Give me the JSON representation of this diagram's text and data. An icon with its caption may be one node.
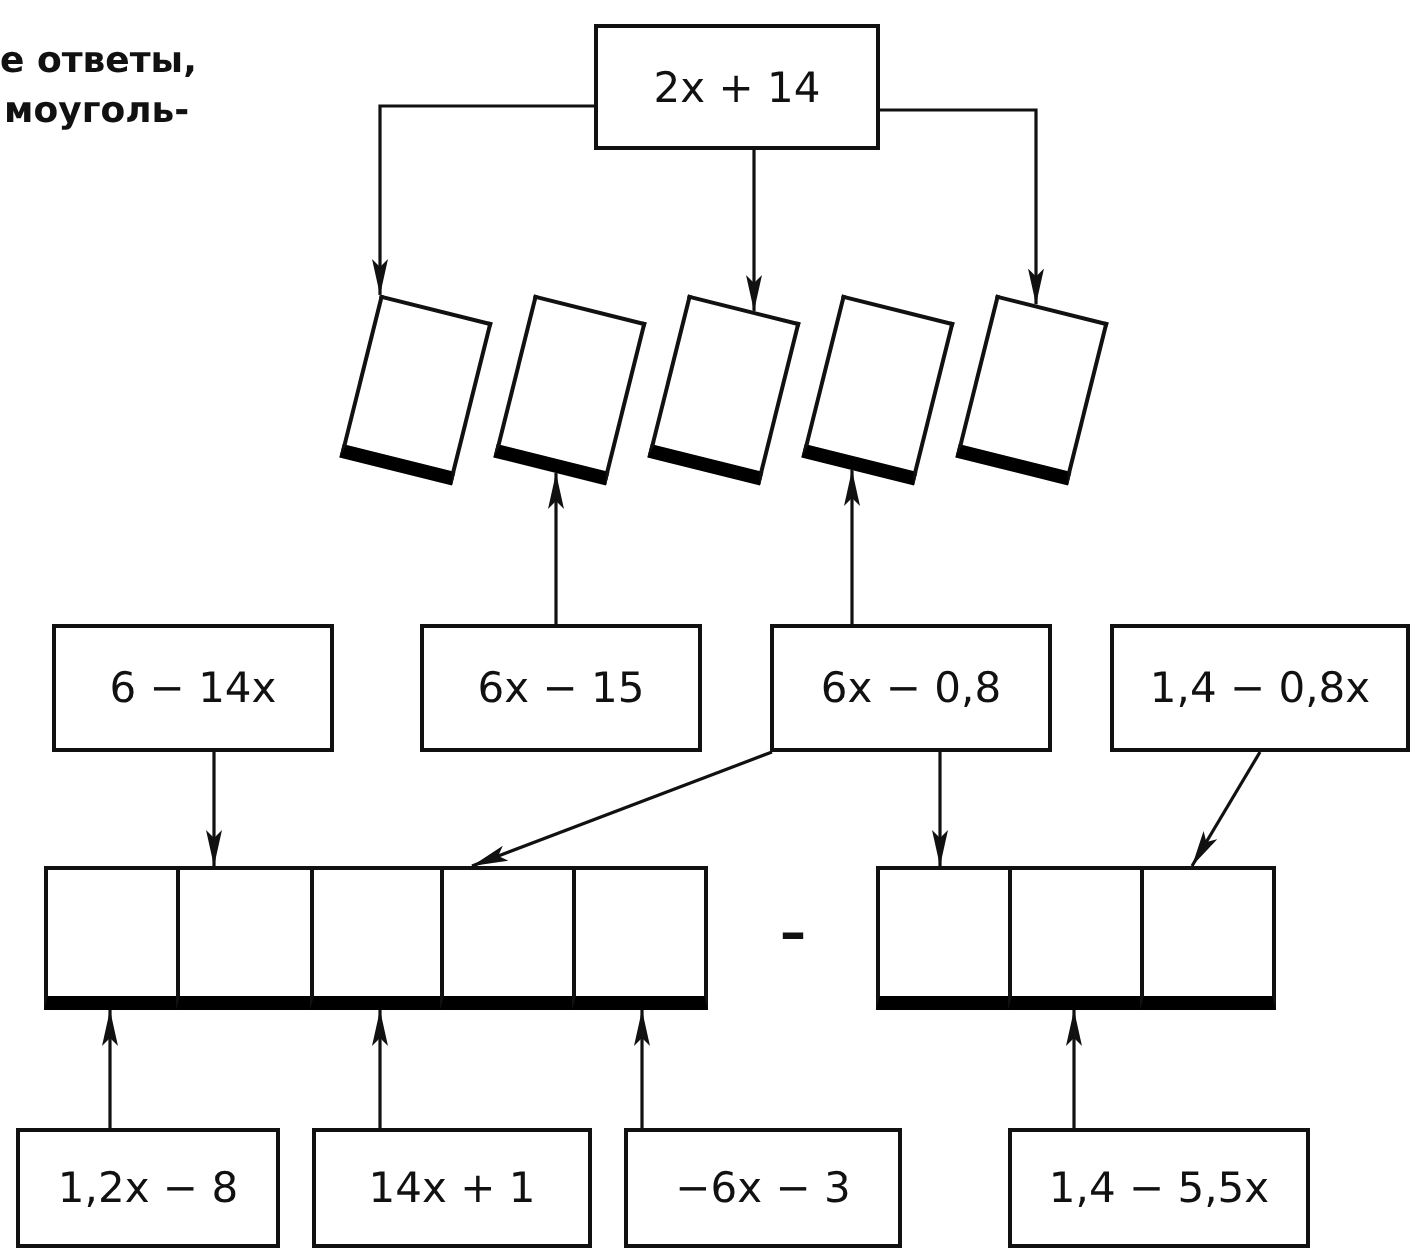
{
  "diagram": {
    "nodes": [
      {
        "text": [
          "2x + 14"
        ]
      },
      {
        "text": [],
        "shape": "box"
      },
      {
        "text": [],
        "shape": "box"
      },
      {
        "text": [],
        "shape": "box"
      },
      {
        "text": [],
        "shape": "box"
      },
      {
        "text": [],
        "shape": "box"
      },
      {
        "text": [
          "6 − 14x"
        ]
      },
      {
        "text": [
          "6x − 15"
        ]
      },
      {
        "text": [
          "6x − 0,8"
        ]
      },
      {
        "text": [
          "1,4 − 0,8x"
        ]
      },
      {
        "text": [],
        "shape": "box"
      },
      {
        "text": [],
        "shape": "box"
      },
      {
        "text": [],
        "shape": "box"
      },
      {
        "text": [],
        "shape": "box"
      },
      {
        "text": [],
        "shape": "box"
      },
      {
        "text": [],
        "shape": "box"
      },
      {
        "text": [],
        "shape": "box"
      },
      {
        "text": [],
        "shape": "box"
      },
      {
        "text": [
          "1,2x − 8"
        ]
      },
      {
        "text": [
          "14x + 1"
        ]
      },
      {
        "text": [
          "−6x − 3"
        ]
      },
      {
        "text": [
          "1,4 − 5,5x"
        ]
      }
    ],
    "edges": [
      {
        "from": 0,
        "to": 1,
        "arrow": "to"
      },
      {
        "from": 0,
        "to": 3,
        "arrow": "to"
      },
      {
        "from": 0,
        "to": 5,
        "arrow": "to"
      },
      {
        "from": 7,
        "to": 2,
        "arrow": "to"
      },
      {
        "from": 8,
        "to": 4,
        "arrow": "to"
      },
      {
        "from": 6,
        "to": 11,
        "arrow": "to"
      },
      {
        "from": 8,
        "to": 13,
        "arrow": "to"
      },
      {
        "from": 8,
        "to": 15,
        "arrow": "to"
      },
      {
        "from": 9,
        "to": 17,
        "arrow": "to"
      },
      {
        "from": 18,
        "to": 10,
        "arrow": "to"
      },
      {
        "from": 19,
        "to": 12,
        "arrow": "to"
      },
      {
        "from": 20,
        "to": 14,
        "arrow": "to"
      },
      {
        "from": 21,
        "to": 16,
        "arrow": "to"
      }
    ],
    "labels": [
      "е ответы,",
      "моуголь-",
      "–"
    ]
  }
}
